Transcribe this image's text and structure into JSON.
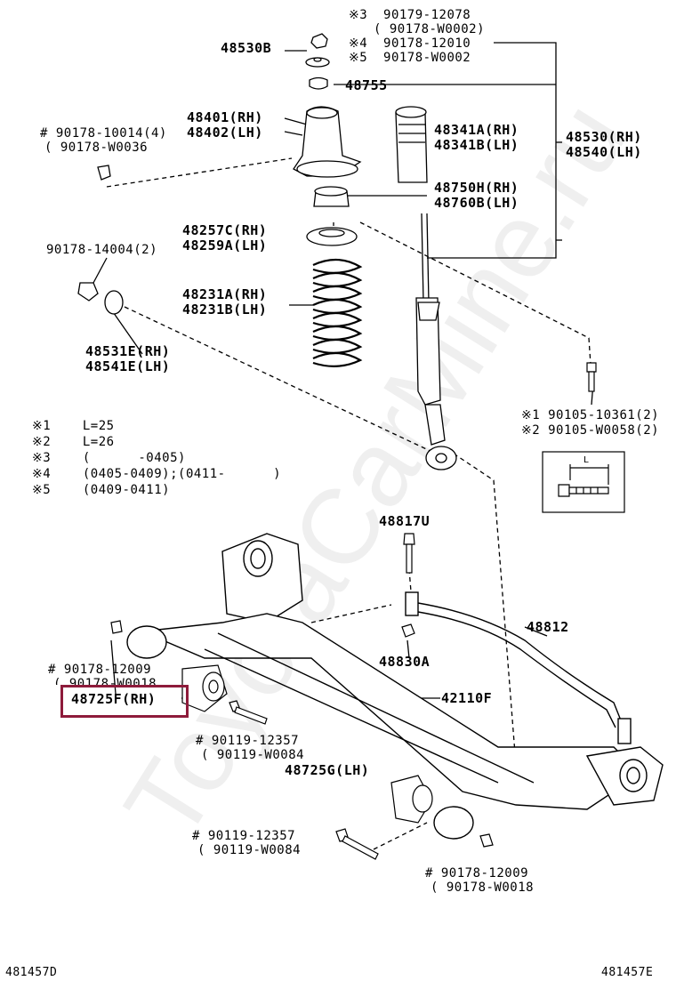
{
  "watermark": "ToyotaCarMine.ru",
  "bottom_left_code": "481457D",
  "bottom_right_code": "481457E",
  "labels": {
    "p48530b": "48530B",
    "ref_90179_12078": "※3  90179-12078",
    "ref_90178_w0002a": "( 90178-W0002)",
    "ref_90178_12010": "※4  90178-12010",
    "ref_90178_w0002b": "※5  90178-W0002",
    "p48755": "48755",
    "p48401": "48401(RH)",
    "p48402": "48402(LH)",
    "p48341a": "48341A(RH)",
    "p48341b": "48341B(LH)",
    "p48530": "48530(RH)",
    "p48540": "48540(LH)",
    "ref_90178_10014": "# 90178-10014(4)",
    "ref_90178_w0036": "( 90178-W0036",
    "p48750h": "48750H(RH)",
    "p48760b": "48760B(LH)",
    "p48257c": "48257C(RH)",
    "p48259a": "48259A(LH)",
    "ref_90178_14004": "90178-14004(2)",
    "p48231a": "48231A(RH)",
    "p48231b": "48231B(LH)",
    "p48531e": "48531E(RH)",
    "p48541e": "48541E(LH)",
    "ref_90105_10361": "※1 90105-10361(2)",
    "ref_90105_w0058": "※2 90105-W0058(2)",
    "note1": "※1    L=25",
    "note2": "※2    L=26",
    "note3": "※3    (      -0405)",
    "note4": "※4    (0405-0409);(0411-      )",
    "note5": "※5    (0409-0411)",
    "dim_l": "L",
    "p48817u": "48817U",
    "p48812": "48812",
    "p48830a": "48830A",
    "ref_90178_12009a": "# 90178-12009",
    "ref_90178_w0018a": "( 90178-W0018",
    "p48725f": "48725F(RH)",
    "p42110f": "42110F",
    "ref_90119_12357a": "# 90119-12357",
    "ref_90119_w0084a": "( 90119-W0084",
    "p48725g": "48725G(LH)",
    "ref_90119_12357b": "# 90119-12357",
    "ref_90119_w0084b": "( 90119-W0084",
    "ref_90178_12009b": "# 90178-12009",
    "ref_90178_w0018b": "( 90178-W0018"
  },
  "highlight_color": "#8e1b3b"
}
